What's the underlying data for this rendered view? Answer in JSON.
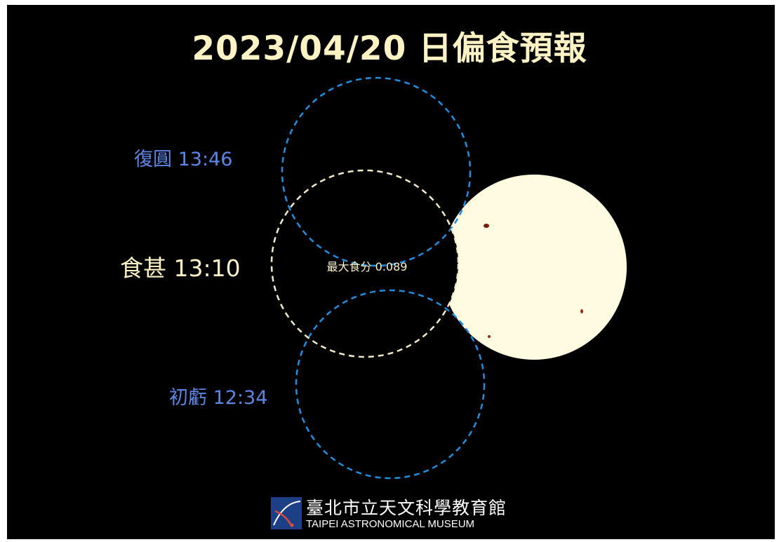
{
  "title": "2023/04/20 日偏食預報",
  "contacts": {
    "last": {
      "name": "復圓",
      "time": "13:46"
    },
    "max": {
      "name": "食甚",
      "time": "13:10"
    },
    "first": {
      "name": "初虧",
      "time": "12:34"
    }
  },
  "max_magnitude_label": "最大食分",
  "max_magnitude_value": "0.089",
  "footer": {
    "org_zh": "臺北市立天文科學教育館",
    "org_en": "TAIPEI ASTRONOMICAL MUSEUM"
  },
  "colors": {
    "background": "#000000",
    "sun": "#fffbe0",
    "moon_track": "#1e8fe0",
    "moon_max": "#f3eac8",
    "label_blue": "#5b86e6",
    "label_cream": "#fdf2c4",
    "logo": "#1d3f86"
  }
}
